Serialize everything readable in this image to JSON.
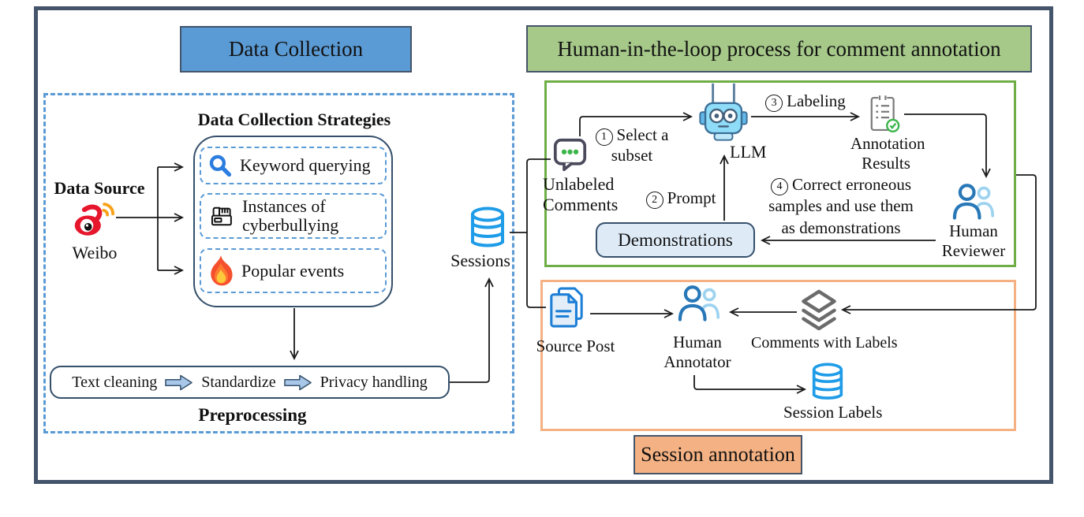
{
  "headers": {
    "data_collection": "Data Collection",
    "hitl": "Human-in-the-loop process for comment annotation",
    "session": "Session annotation"
  },
  "collection": {
    "strategies_title": "Data Collection Strategies",
    "data_source_label": "Data Source",
    "weibo": "Weibo",
    "strategy1": "Keyword querying",
    "strategy2_line1": "Instances of",
    "strategy2_line2": "cyberbullying",
    "strategy3": "Popular events",
    "prep_step1": "Text cleaning",
    "prep_step2": "Standardize",
    "prep_step3": "Privacy handling",
    "prep_label": "Preprocessing",
    "sessions": "Sessions"
  },
  "hitl": {
    "step1_num": "1",
    "step1_text": "Select a",
    "step1_line2": "subset",
    "unlabeled_line1": "Unlabeled",
    "unlabeled_line2": "Comments",
    "llm": "LLM",
    "step3_num": "3",
    "step3_text": "Labeling",
    "results_line1": "Annotation",
    "results_line2": "Results",
    "step2_num": "2",
    "step2_text": "Prompt",
    "step4_num": "4",
    "step4_line1": "Correct erroneous",
    "step4_line2": "samples and use them",
    "step4_line3": "as demonstrations",
    "demonstrations": "Demonstrations",
    "reviewer_line1": "Human",
    "reviewer_line2": "Reviewer"
  },
  "session": {
    "source_post": "Source Post",
    "annotator_line1": "Human",
    "annotator_line2": "Annotator",
    "comments_with_labels": "Comments with Labels",
    "session_labels": "Session Labels"
  },
  "colors": {
    "outer_border": "#44546A",
    "blue_header_fill": "#5B9BD5",
    "green_header_fill": "#A6C98A",
    "green_box_border": "#6FAE46",
    "orange_fill": "#F4B183",
    "dashed_blue": "#5B9BD5",
    "demonstrations_fill": "#DEEBF7",
    "database_blue": "#1F9CE8",
    "weibo_red": "#E6162D",
    "fire_orange": "#F4502E",
    "person_dark_blue": "#2878B8",
    "person_light_blue": "#9ED3F0",
    "stack_gray": "#6B6B6B",
    "check_green": "#3CB54A"
  }
}
